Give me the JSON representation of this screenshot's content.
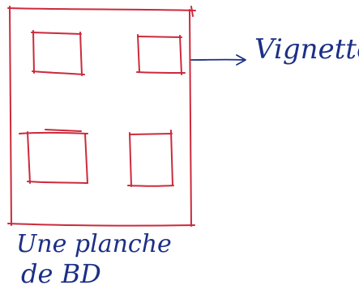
{
  "diagram": {
    "label_panel": "Vignette",
    "caption_line1": "Une planche",
    "caption_line2": "de BD"
  },
  "colors": {
    "page_outline": "#cc2a3c",
    "annotation_ink": "#1c2f86",
    "background": "#ffffff"
  }
}
